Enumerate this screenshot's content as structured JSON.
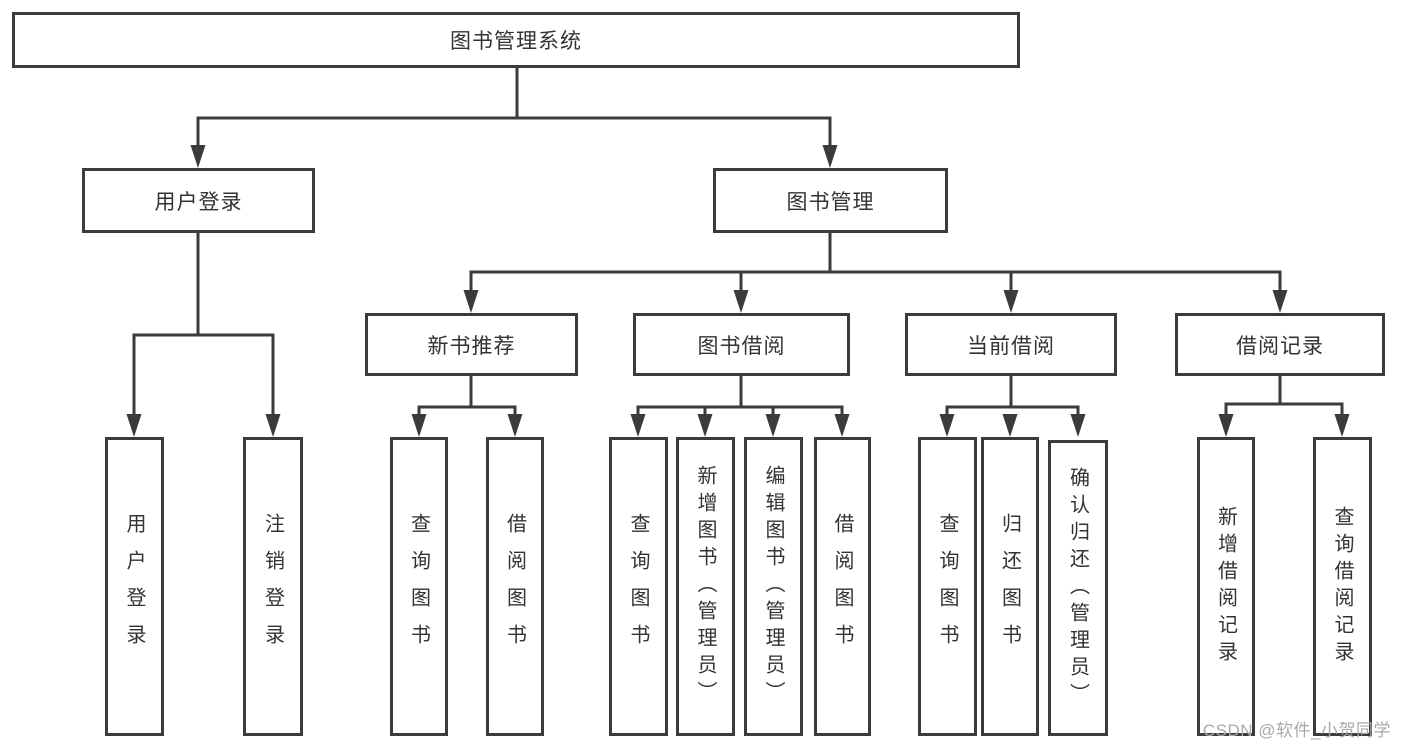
{
  "tree": {
    "root_label": "图书管理系统",
    "branches": [
      {
        "label": "用户登录",
        "leaves": [
          "用户登录",
          "注销登录"
        ]
      },
      {
        "label": "图书管理",
        "groups": [
          {
            "label": "新书推荐",
            "leaves": [
              "查询图书",
              "借阅图书"
            ]
          },
          {
            "label": "图书借阅",
            "leaves": [
              "查询图书",
              "新增图书（管理员）",
              "编辑图书（管理员）",
              "借阅图书"
            ]
          },
          {
            "label": "当前借阅",
            "leaves": [
              "查询图书",
              "归还图书",
              "确认归还（管理员）"
            ]
          },
          {
            "label": "借阅记录",
            "leaves": [
              "新增借阅记录",
              "查询借阅记录"
            ]
          }
        ]
      }
    ]
  },
  "watermark": {
    "text": "CSDN @软件_小贺同学"
  },
  "colors": {
    "line": "#3b3b3b",
    "text": "#333333",
    "watermark": "#a9a9a9",
    "background": "#ffffff"
  }
}
